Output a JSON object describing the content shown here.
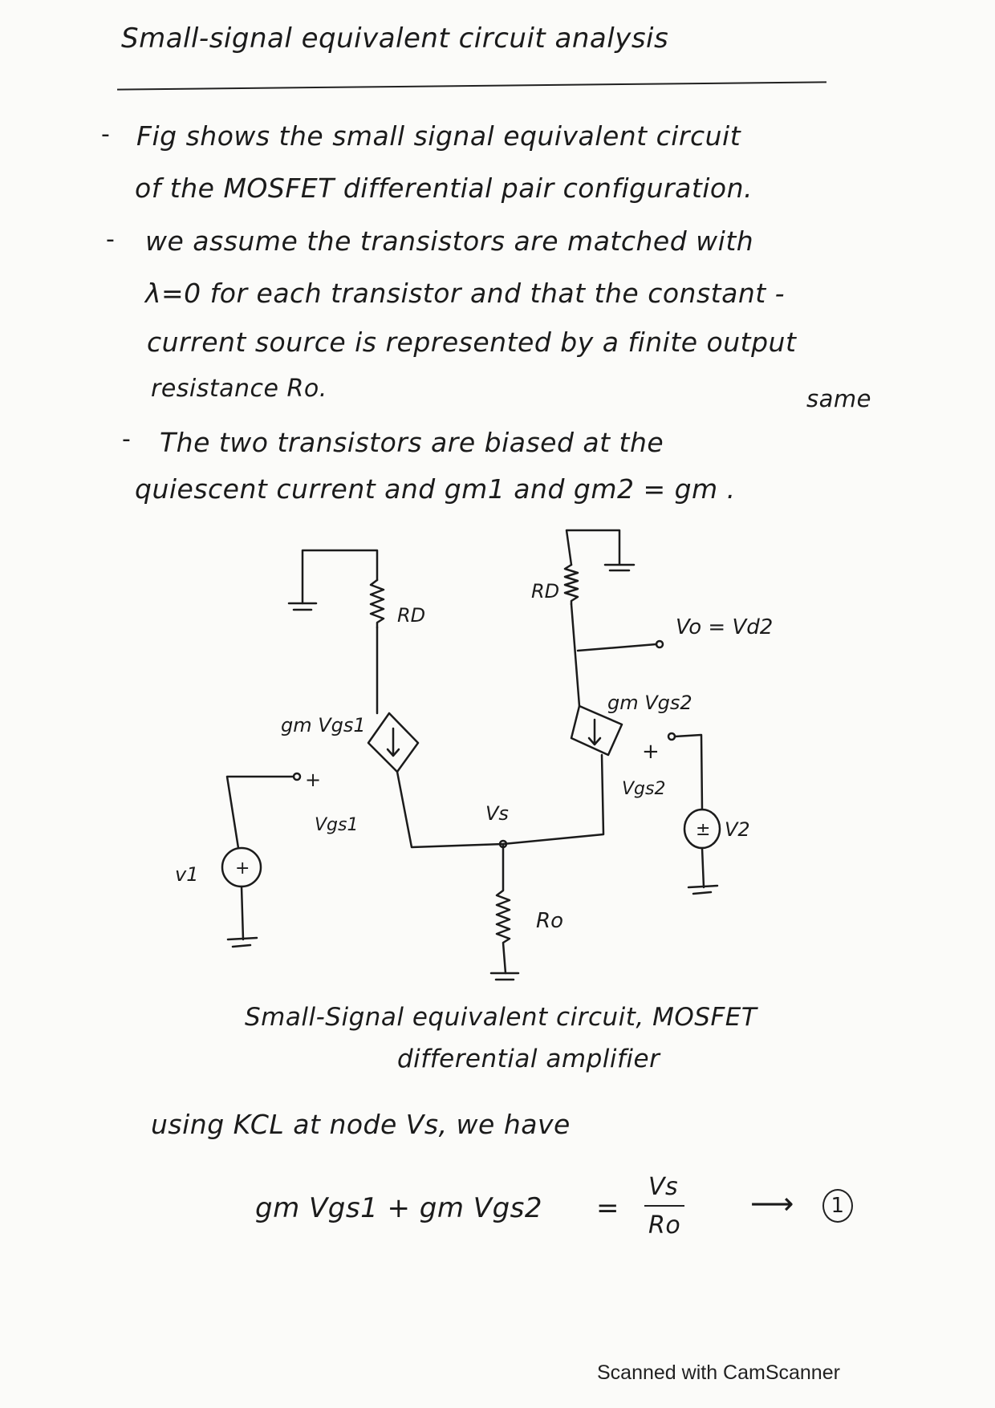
{
  "title": "Small-signal equivalent circuit analysis",
  "bullets": [
    {
      "lines": [
        "Fig shows the small signal equivalent circuit",
        "of the MOSFET differential pair configuration."
      ]
    },
    {
      "lines": [
        "we assume the transistors are matched with",
        "λ=0 for each transistor and that the constant -",
        "current source is represented by a finite output",
        "resistance Ro."
      ]
    },
    {
      "lines": [
        "The two transistors are biased at the",
        "quiescent current and gm1 and gm2 = gm ."
      ],
      "extra": "same"
    }
  ],
  "circuit": {
    "labels": {
      "rd_left": "RD",
      "rd_right": "RD",
      "vo": "Vo = Vd2",
      "gm_vgs1": "gm Vgs1",
      "gm_vgs2": "gm Vgs2",
      "vgs1": "Vgs1",
      "vgs2": "Vgs2",
      "plus1": "+",
      "plus2": "+",
      "vs": "Vs",
      "v1": "v1",
      "v2": "V2",
      "ro": "Ro",
      "src_plus1": "+",
      "src_plus2": "±"
    }
  },
  "caption": [
    "Small-Signal equivalent circuit, MOSFET",
    "differential amplifier"
  ],
  "kcl_intro": "using KCL at node Vs, we have",
  "equation": {
    "lhs": "gm Vgs1 + gm Vgs2",
    "equals": "=",
    "numerator": "Vs",
    "denominator": "Ro",
    "arrow": "⟶",
    "number": "1"
  },
  "footer": "Scanned with CamScanner"
}
